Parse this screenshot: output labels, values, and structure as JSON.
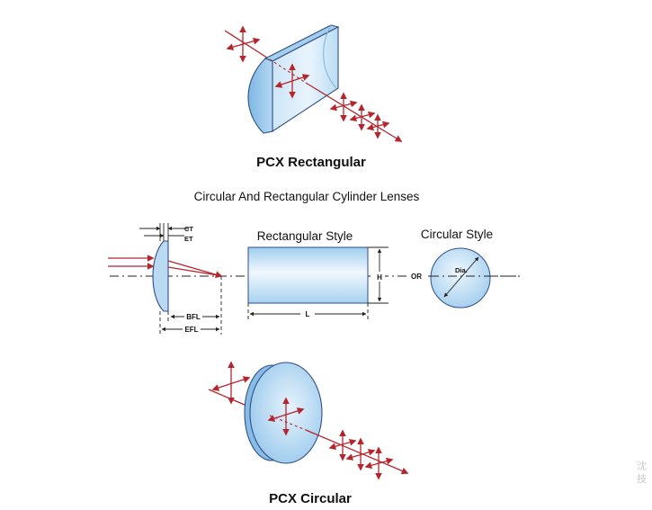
{
  "labels": {
    "top_caption": "PCX Rectangular",
    "subtitle": "Circular And Rectangular Cylinder Lenses",
    "ct": "CT",
    "et": "ET",
    "rect_style": "Rectangular Style",
    "circ_style": "Circular Style",
    "height": "H",
    "or": "OR",
    "dia": "Dia.",
    "length": "L",
    "bfl": "BFL",
    "efl": "EFL",
    "bottom_caption": "PCX Circular",
    "watermark": "沈 技"
  },
  "colors": {
    "ray": "#b5252d",
    "lens_light": "#dbeefa",
    "lens_mid": "#a9d2ef",
    "lens_edge": "#2f4f86"
  }
}
